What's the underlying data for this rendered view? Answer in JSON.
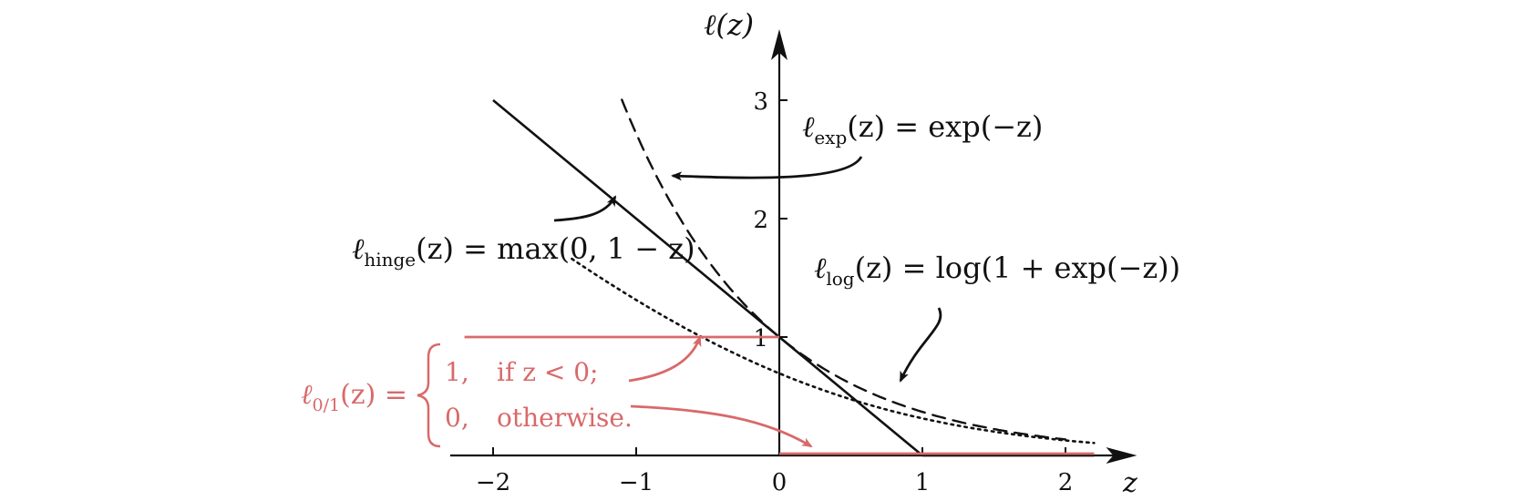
{
  "chart_data": {
    "type": "line",
    "xlim": [
      -2.3,
      2.5
    ],
    "ylim": [
      0,
      3.6
    ],
    "xlabel": "z",
    "ylabel": "ℓ(z)",
    "x_ticks": [
      {
        "value": -2,
        "label": "−2"
      },
      {
        "value": -1,
        "label": "−1"
      },
      {
        "value": 0,
        "label": "0"
      },
      {
        "value": 1,
        "label": "1"
      },
      {
        "value": 2,
        "label": "2"
      }
    ],
    "y_ticks": [
      {
        "value": 1,
        "label": "1"
      },
      {
        "value": 2,
        "label": "2"
      },
      {
        "value": 3,
        "label": "3"
      }
    ],
    "grid": false,
    "colors": {
      "ink": "#111111",
      "zero_one": "#d9696a"
    },
    "series": [
      {
        "key": "hinge",
        "formula": "max(0, 1 - z)",
        "style": "solid",
        "color": "#111111",
        "x_range": [
          -2.0,
          1.0
        ],
        "x": [
          -2.0,
          1.0
        ],
        "y": [
          3.0,
          0.0
        ],
        "tail_x": [
          1.0,
          2.2
        ],
        "tail_y": [
          0.0,
          0.0
        ]
      },
      {
        "key": "exp",
        "formula": "exp(-z)",
        "style": "dashed",
        "color": "#111111",
        "x_range": [
          -1.1,
          2.0
        ],
        "x": [
          -1.1,
          -0.5,
          0,
          0.5,
          1.0,
          1.5,
          2.0
        ],
        "y": [
          3.0,
          1.65,
          1.0,
          0.61,
          0.37,
          0.22,
          0.14
        ]
      },
      {
        "key": "log",
        "formula": "log(1 + exp(-z))",
        "style": "dotted",
        "color": "#111111",
        "x_range": [
          -1.45,
          2.2
        ],
        "x": [
          -1.45,
          -1.0,
          -0.5,
          0,
          0.5,
          1.0,
          1.5,
          2.0,
          2.2
        ],
        "y": [
          1.65,
          1.31,
          0.97,
          0.69,
          0.47,
          0.31,
          0.2,
          0.13,
          0.11
        ]
      },
      {
        "key": "zero_one",
        "style": "solid",
        "color": "#d9696a",
        "segments": [
          {
            "x": [
              -2.2,
              0.0
            ],
            "y": [
              1.0,
              1.0
            ]
          },
          {
            "x": [
              0.0,
              2.2
            ],
            "y": [
              0.0,
              0.0
            ]
          }
        ]
      }
    ],
    "annotations": {
      "exp": {
        "lhs": "ℓ",
        "sub": "exp",
        "rhs": "(z) = exp(−z)"
      },
      "hinge": {
        "lhs": "ℓ",
        "sub": "hinge",
        "rhs": "(z) = max(0, 1 − z)"
      },
      "log": {
        "lhs": "ℓ",
        "sub": "log",
        "rhs": "(z) = log(1 + exp(−z))"
      },
      "zero_one": {
        "lhs": "ℓ",
        "sub": "0/1",
        "rhs": "(z) =",
        "case1_value": "1,",
        "case1_cond": "if z < 0;",
        "case2_value": "0,",
        "case2_cond": "otherwise."
      }
    }
  }
}
